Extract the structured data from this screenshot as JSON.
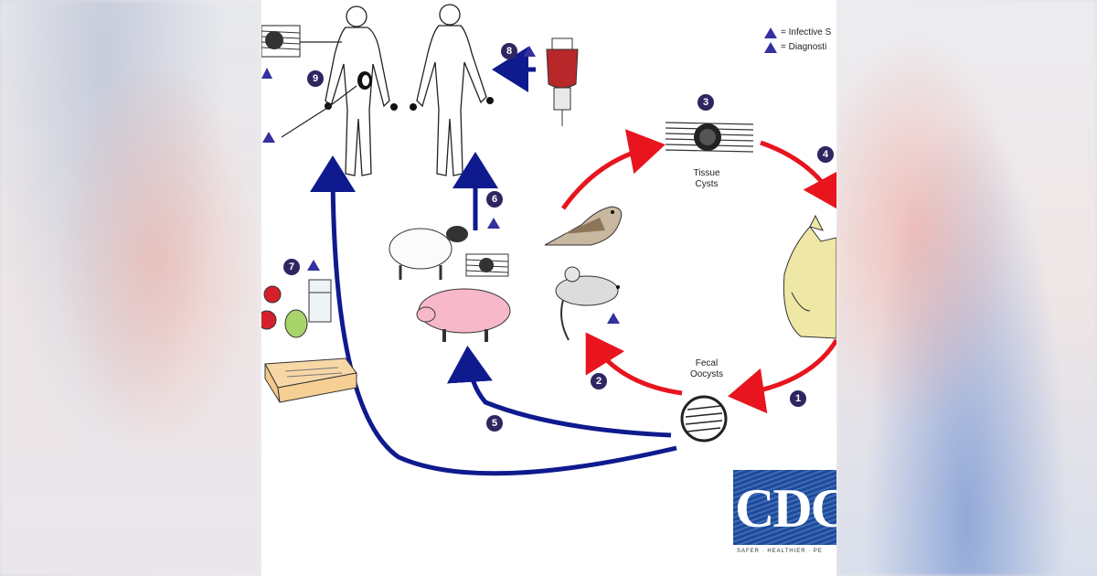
{
  "legend": {
    "items": [
      {
        "label": "= Infective S"
      },
      {
        "label": "= Diagnosti"
      }
    ]
  },
  "labels": {
    "tissue_cysts": "Tissue\nCysts",
    "fecal_oocysts": "Fecal\nOocysts"
  },
  "steps": [
    "1",
    "2",
    "3",
    "4",
    "5",
    "6",
    "7",
    "8",
    "9"
  ],
  "logo": {
    "text": "CDC",
    "tagline": "SAFER · HEALTHIER · PE"
  },
  "colors": {
    "red_arrow": "#e8141e",
    "blue_arrow": "#0f1a8e",
    "step_badge": "#2e2660",
    "triangle": "#3330a0",
    "cdc_blue": "#1d4a9a"
  }
}
